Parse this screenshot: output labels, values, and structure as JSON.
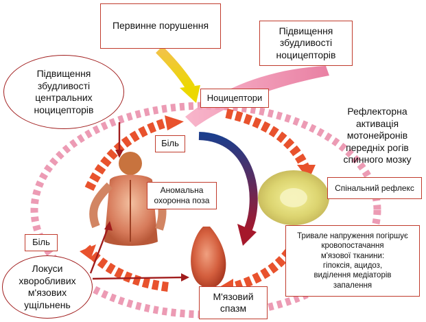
{
  "diagram": {
    "primary_disturbance": "Первинне порушення",
    "peripheral_sensitization": "Підвищення\nзбудливості\nноцицепторів",
    "nociceptors": "Ноцицептори",
    "central_sensitization": "Підвищення\nзбудливості\nцентральних\nноцицепторів",
    "reflex_activation": "Рефлекторна\nактивація\nмотонейронів\nпередніх рогів\nспинного мозку",
    "pain_top": "Біль",
    "abnormal_posture": "Аномальна\nохоронна поза",
    "spinal_reflex": "Спінальний рефлекс",
    "pain_bottom": "Біль",
    "tension_effect": "Тривале напруження погіршує\nкровопостачання\nм'язової тканини:\nгіпоксія, ацидоз,\nвиділення медіаторів\nзапалення",
    "trigger_points": "Локуси\nхворобливих\nм'язових\nущільнень",
    "muscle_spasm": "М'язовий\nспазм"
  }
}
